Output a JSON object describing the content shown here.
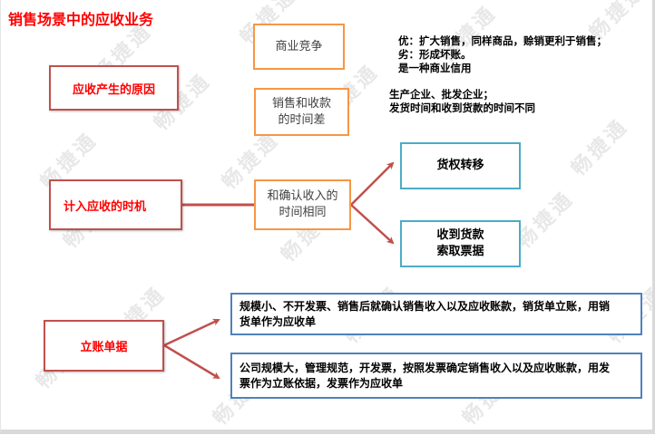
{
  "title": "销售场景中的应收业务",
  "watermark": "畅捷通",
  "colors": {
    "title": "#ff0000",
    "category_border": "#c0504d",
    "category_text": "#ff0000",
    "reason_border": "#f79646",
    "timing_border": "#4bacc6",
    "document_border": "#4f81bd",
    "connector": "#c0504d"
  },
  "sections": {
    "reason": {
      "label": "应收产生的原因",
      "items": [
        {
          "label": "商业竞争",
          "notes": [
            "优：扩大销售，同样商品，赊销更利于销售；",
            "劣：形成坏账。",
            "是一种商业信用"
          ]
        },
        {
          "label_lines": [
            "销售和收款",
            "的时间差"
          ],
          "notes": [
            "生产企业、批发企业；",
            "发货时间和收到货款的时间不同"
          ]
        }
      ]
    },
    "timing": {
      "label": "计入应收的时机",
      "middle_lines": [
        "和确认收入的",
        "时间相同"
      ],
      "branches": [
        {
          "lines": [
            "货权转移"
          ]
        },
        {
          "lines": [
            "收到货款",
            "索取票据"
          ]
        }
      ]
    },
    "documents": {
      "label": "立账单据",
      "branches": [
        {
          "lines": [
            "规模小、不开发票、销售后就确认销售收入以及应收账款，销货单立账，用销",
            "货单作为应收单"
          ]
        },
        {
          "lines": [
            "公司规模大，管理规范，开发票，按照发票确定销售收入以及应收账款，用发",
            "票作为立账依据，发票作为应收单"
          ]
        }
      ]
    }
  }
}
